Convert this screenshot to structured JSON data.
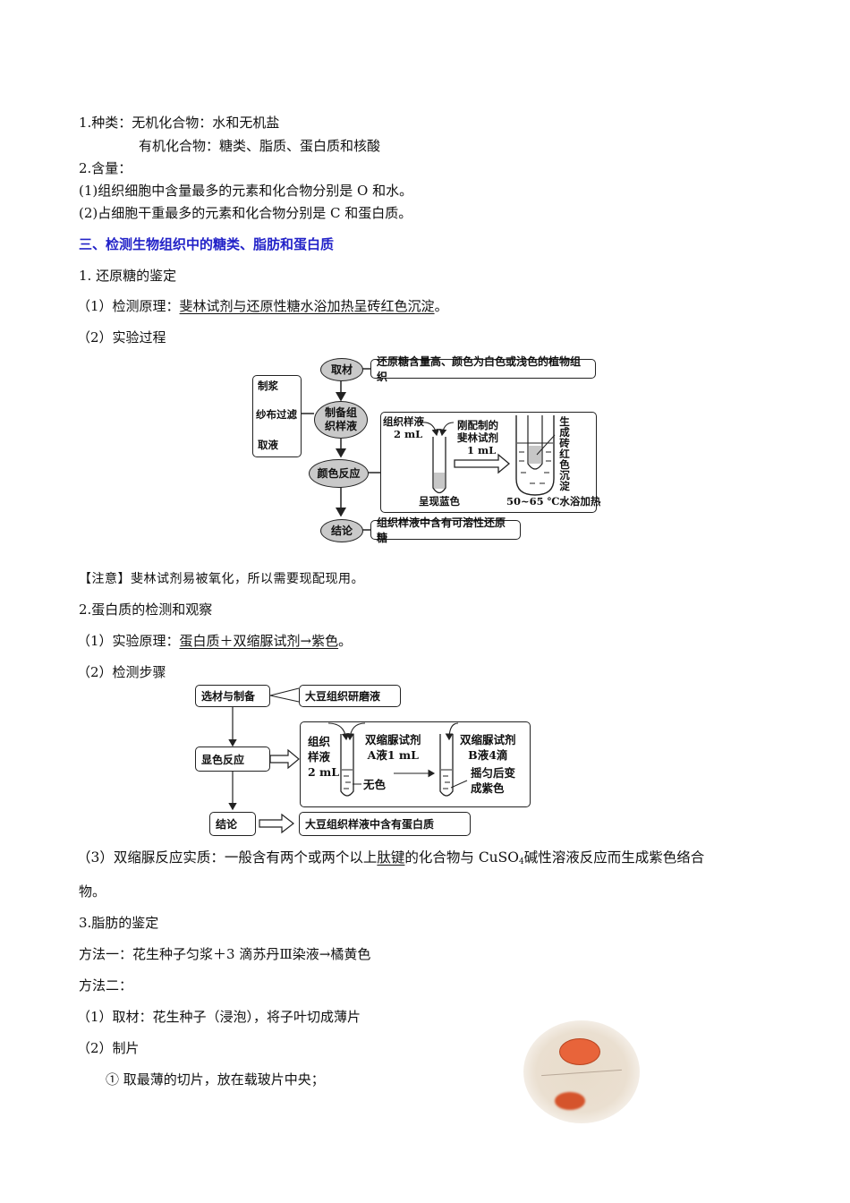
{
  "section_types": {
    "line1": "1.种类：无机化合物：水和无机盐",
    "line2": "有机化合物：糖类、脂质、蛋白质和核酸"
  },
  "section_content": {
    "title": "2.含量：",
    "item1": "(1)组织细胞中含量最多的元素和化合物分别是 O 和水。",
    "item2": "(2)占细胞干重最多的元素和化合物分别是 C 和蛋白质。"
  },
  "heading3": "三、检测生物组织中的糖类、脂肪和蛋白质",
  "reducing_sugar": {
    "title": "1.  还原糖的鉴定",
    "principle_prefix": "（1）检测原理：",
    "principle_underlined": "斐林试剂与还原性糖水浴加热呈砖红色沉淀",
    "principle_suffix": "。",
    "process_label": "（2）实验过程",
    "diagram": {
      "step1": "取材",
      "step1_note": "还原糖含量高、颜色为白色或浅色的植物组织",
      "step2_line1": "制备组",
      "step2_line2": "织样液",
      "side_steps": [
        "制浆",
        "纱布过滤",
        "取液"
      ],
      "step3": "颜色反应",
      "sample_label": "组织样液",
      "sample_volume": "2 mL",
      "reagent_line1": "刚配制的",
      "reagent_line2": "斐林试剂",
      "reagent_volume": "1 mL",
      "blue_label": "呈现蓝色",
      "precipitate_chars": [
        "生",
        "成",
        "砖",
        "红",
        "色",
        "沉",
        "淀"
      ],
      "bath_label": "50~65 ℃水浴加热",
      "step4": "结论",
      "conclusion": "组织样液中含有可溶性还原糖"
    },
    "note": "【注意】斐林试剂易被氧化，所以需要现配现用。"
  },
  "protein": {
    "title": "2.蛋白质的检测和观察",
    "principle_prefix": "（1）实验原理：",
    "principle_underlined": "蛋白质＋双缩脲试剂→紫色",
    "principle_suffix": "。",
    "steps_label": "（2）检测步骤",
    "diagram": {
      "step1": "选材与制备",
      "step1_note": "大豆组织研磨液",
      "step2": "显色反应",
      "sample_line1": "组织",
      "sample_line2": "样液",
      "sample_volume": "2 mL",
      "colorless": "无色",
      "reagent_a_line1": "双缩脲试剂",
      "reagent_a_line2": "A液1 mL",
      "reagent_b_line1": "双缩脲试剂",
      "reagent_b_line2": "B液4滴",
      "purple_line1": "摇匀后变",
      "purple_line2": "成紫色",
      "step3": "结论",
      "conclusion": "大豆组织样液中含有蛋白质"
    },
    "essence_prefix": "（3）双缩脲反应实质：一般含有两个或两个以上",
    "essence_underlined": "肽键",
    "essence_mid": "的化合物与 CuSO",
    "essence_sub": "4",
    "essence_suffix": "碱性溶液反应而生成紫色络合",
    "essence_wrap": "物。"
  },
  "fat": {
    "title": "3.脂肪的鉴定",
    "method1": "方法一：花生种子匀浆＋3 滴苏丹Ⅲ染液→橘黄色",
    "method2": "方法二：",
    "step1": "（1）取材：花生种子（浸泡），将子叶切成薄片",
    "step2": "（2）制片",
    "step2_sub1": "① 取最薄的切片，放在载玻片中央；"
  },
  "colors": {
    "heading": "#2323c8",
    "oval_fill": "#c9c9c9",
    "stain_orange": "#e8643a"
  }
}
